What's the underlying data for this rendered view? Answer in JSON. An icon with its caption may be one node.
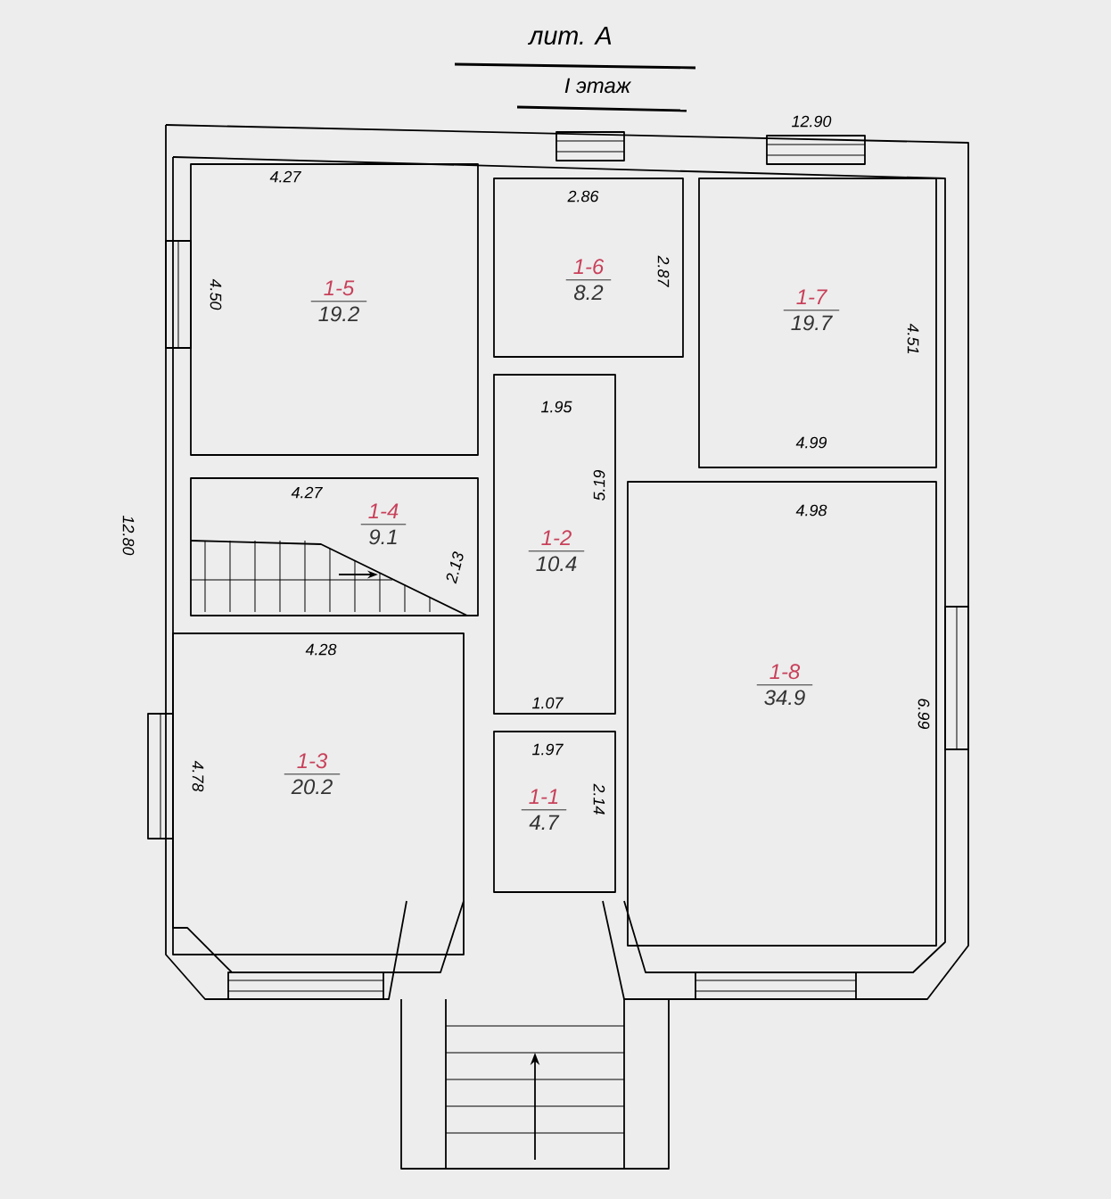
{
  "diagram": {
    "title": "лит. А",
    "nodes": [
      {
        "text": [
          "1-5",
          "19.2"
        ]
      },
      {
        "text": [
          "1-6",
          "8.2"
        ]
      },
      {
        "text": [
          "1-7",
          "19.7"
        ]
      },
      {
        "text": [
          "1-4",
          "9.1"
        ]
      },
      {
        "text": [
          "1-2",
          "10.4"
        ]
      },
      {
        "text": [
          "1-8",
          "34.9"
        ]
      },
      {
        "text": [
          "1-3",
          "20.2"
        ]
      },
      {
        "text": [
          "1-1",
          "4.7"
        ]
      }
    ],
    "edges": [],
    "labels": [
      "I этаж",
      "12.90",
      "4.27",
      "2.86",
      "4.50",
      "2.87",
      "4.51",
      "1.95",
      "4.99",
      "5.19",
      "4.27",
      "4.98",
      "2.13",
      "12.80",
      "4.28",
      "1.07",
      "1.97",
      "6.99",
      "2.14",
      "4.78"
    ]
  }
}
